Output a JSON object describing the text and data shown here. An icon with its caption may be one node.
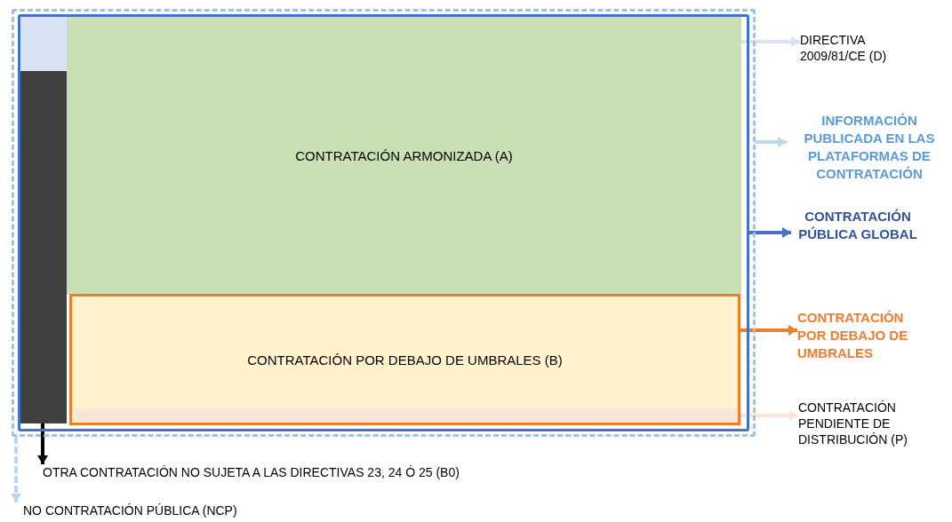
{
  "diagram": {
    "nodes": [
      {
        "text": [],
        "shape": "box"
      },
      {
        "text": [],
        "shape": "box",
        "in": 0
      },
      {
        "text": [],
        "shape": "box",
        "in": 1
      },
      {
        "text": [],
        "shape": "bar",
        "in": 1
      },
      {
        "text": [
          "CONTRATACIÓN ARMONIZADA (A)"
        ],
        "in": 1
      },
      {
        "text": [
          "CONTRATACIÓN POR DEBAJO DE UMBRALES (B)"
        ],
        "in": 1
      },
      {
        "text": [],
        "shape": "bar",
        "in": 5
      },
      {
        "text": [
          "DIRECTIVA 2009/81/CE (D)"
        ]
      },
      {
        "text": [
          "INFORMACIÓN PUBLICADA EN LAS PLATAFORMAS DE CONTRATACIÓN"
        ]
      },
      {
        "text": [
          "CONTRATACIÓN PÚBLICA GLOBAL"
        ]
      },
      {
        "text": [
          "CONTRATACIÓN POR DEBAJO DE UMBRALES"
        ]
      },
      {
        "text": [
          "CONTRATACIÓN PENDIENTE DE DISTRIBUCIÓN (P)"
        ]
      },
      {
        "text": [
          "OTRA CONTRATACIÓN NO SUJETA A LAS DIRECTIVAS 23, 24 Ó 25 (B0)"
        ]
      },
      {
        "text": [
          "NO CONTRATACIÓN PÚBLICA (NCP)"
        ]
      }
    ],
    "edges": [
      {
        "from": 4,
        "to": 7,
        "arrow": "to",
        "color": "#dae3f3"
      },
      {
        "from": 0,
        "to": 8,
        "arrow": "to",
        "color": "#bdd7ee"
      },
      {
        "from": 1,
        "to": 9,
        "arrow": "to",
        "color": "#4472c4"
      },
      {
        "from": 5,
        "to": 10,
        "arrow": "to",
        "color": "#ed7d31"
      },
      {
        "from": 6,
        "to": 11,
        "arrow": "to",
        "color": "#fbe5d6"
      },
      {
        "from": 3,
        "to": 12,
        "arrow": "to",
        "color": "#000000"
      },
      {
        "from": 0,
        "to": 13,
        "arrow": "to",
        "style": "dashed",
        "color": "#bdd7ee"
      }
    ]
  }
}
